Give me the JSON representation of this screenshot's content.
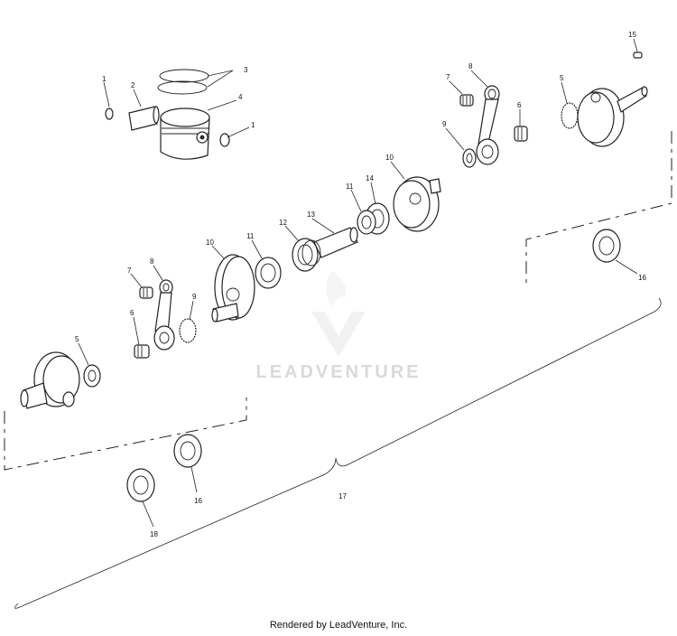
{
  "callouts": {
    "c1a": "1",
    "c2": "2",
    "c3": "3",
    "c4": "4",
    "c1b": "1",
    "c7a": "7",
    "c8a": "8",
    "c6a": "6",
    "c9a": "9",
    "c10a": "10",
    "c11a": "11",
    "c14": "14",
    "c15": "15",
    "c5a": "5",
    "c12": "12",
    "c13": "13",
    "c10b": "10",
    "c11b": "11",
    "c7b": "7",
    "c8b": "8",
    "c9b": "9",
    "c6b": "6",
    "c5b": "5",
    "c16a": "16",
    "c16b": "16",
    "c17": "17",
    "c18": "18"
  },
  "watermark": {
    "text": "LEADVENTURE"
  },
  "footer": {
    "text": "Rendered by LeadVenture, Inc."
  }
}
